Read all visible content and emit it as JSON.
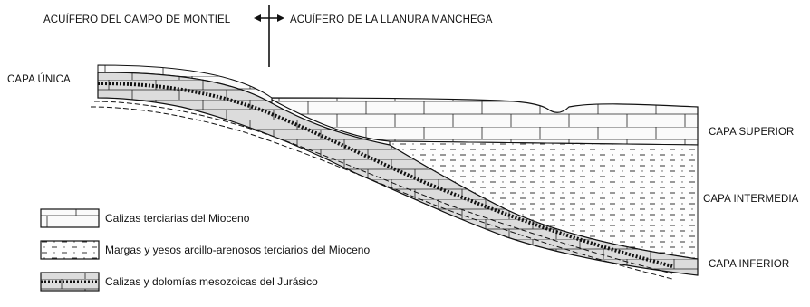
{
  "header": {
    "left_aquifer": "ACUÍFERO DEL CAMPO DE MONTIEL",
    "right_aquifer": "ACUÍFERO DE LA LLANURA MANCHEGA"
  },
  "layers": {
    "single": "CAPA ÚNICA",
    "upper": "CAPA SUPERIOR",
    "middle": "CAPA INTERMEDIA",
    "lower": "CAPA INFERIOR"
  },
  "legend": [
    {
      "label": "Calizas terciarias del Mioceno",
      "pattern": "limestone-tertiary"
    },
    {
      "label": "Margas y yesos arcillo-arenosos terciarios del Mioceno",
      "pattern": "marl-gypsum"
    },
    {
      "label": "Calizas y dolomías mesozoicas del Jurásico",
      "pattern": "limestone-dolomite-jurassic"
    }
  ]
}
